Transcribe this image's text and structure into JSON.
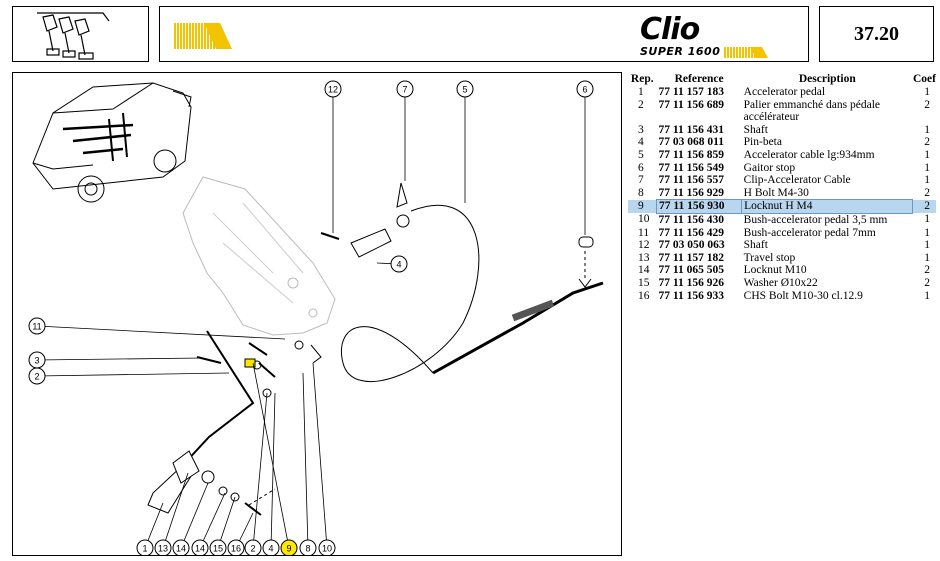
{
  "header": {
    "logo_word": "Clio",
    "logo_subword": "SUPER 1600",
    "page_code": "37.20"
  },
  "colors": {
    "stripe_yellow": "#f2c400",
    "highlight": "#b9d6ef",
    "callout_highlight": "#ffe800"
  },
  "table": {
    "columns": [
      "Rep.",
      "Reference",
      "Description",
      "Coef"
    ],
    "rows": [
      {
        "rep": "1",
        "ref": "77 11 157 183",
        "desc": "Accelerator pedal",
        "coef": "1"
      },
      {
        "rep": "2",
        "ref": "77 11 156 689",
        "desc": "Palier emmanché dans pédale accélérateur",
        "coef": "2"
      },
      {
        "rep": "3",
        "ref": "77 11 156 431",
        "desc": "Shaft",
        "coef": "1"
      },
      {
        "rep": "4",
        "ref": "77 03 068 011",
        "desc": "Pin-beta",
        "coef": "2"
      },
      {
        "rep": "5",
        "ref": "77 11 156 859",
        "desc": "Accelerator cable lg:934mm",
        "coef": "1"
      },
      {
        "rep": "6",
        "ref": "77 11 156 549",
        "desc": "Gaitor stop",
        "coef": "1"
      },
      {
        "rep": "7",
        "ref": "77 11 156 557",
        "desc": "Clip-Accelerator Cable",
        "coef": "1"
      },
      {
        "rep": "8",
        "ref": "77 11 156 929",
        "desc": "H Bolt M4-30",
        "coef": "2"
      },
      {
        "rep": "9",
        "ref": "77 11 156 930",
        "desc": "Locknut H M4",
        "coef": "2",
        "selected": true
      },
      {
        "rep": "10",
        "ref": "77 11 156 430",
        "desc": "Bush-accelerator pedal 3,5 mm",
        "coef": "1"
      },
      {
        "rep": "11",
        "ref": "77 11 156 429",
        "desc": "Bush-accelerator pedal 7mm",
        "coef": "1"
      },
      {
        "rep": "12",
        "ref": "77 03 050 063",
        "desc": "Shaft",
        "coef": "1"
      },
      {
        "rep": "13",
        "ref": "77 11 157 182",
        "desc": "Travel stop",
        "coef": "1"
      },
      {
        "rep": "14",
        "ref": "77 11 065 505",
        "desc": "Locknut M10",
        "coef": "2"
      },
      {
        "rep": "15",
        "ref": "77 11 156 926",
        "desc": "Washer Ø10x22",
        "coef": "2"
      },
      {
        "rep": "16",
        "ref": "77 11 156 933",
        "desc": "CHS Bolt M10-30 cl.12.9",
        "coef": "1"
      }
    ]
  },
  "callouts_top": [
    "12",
    "7",
    "5",
    "6"
  ],
  "callouts_left": [
    "11",
    "3",
    "2"
  ],
  "callout_pin": "4",
  "callouts_bottom": [
    "1",
    "13",
    "14",
    "14",
    "15",
    "16",
    "2",
    "4",
    "9",
    "8",
    "10"
  ]
}
